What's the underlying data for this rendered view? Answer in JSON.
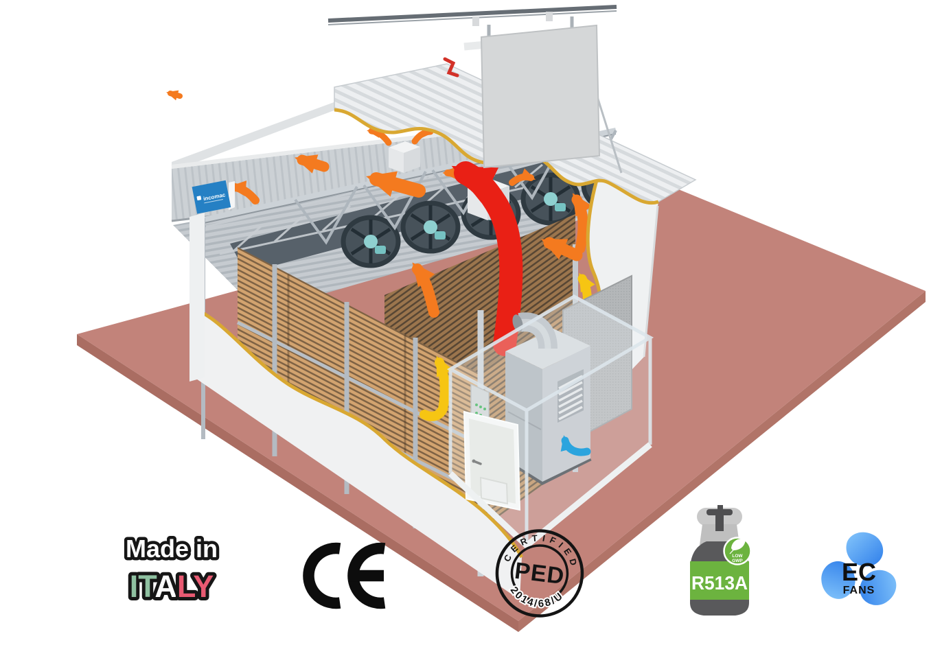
{
  "page": {
    "background": "#ffffff"
  },
  "scene": {
    "sign": {
      "label": "incomac",
      "color": "#2580c4"
    },
    "materials": {
      "floor_top": "#c2837a",
      "floor_side": "#aa6d62",
      "wall_white": "#f0f1f2",
      "insulation_gold": "#d9a832",
      "lumber_light": "#d2a36f",
      "lumber_dark": "#7e6244",
      "steel": "#ccd2d7",
      "roof_white": "#edeff1",
      "fan_motor_teal": "#8fd0d0"
    },
    "airflow": {
      "hot_air_orange": "#f47a1f",
      "main_circulation_red": "#e92015",
      "moist_air_yellow": "#f6c513",
      "fresh_intake_blue": "#2aa4de"
    }
  },
  "badges": {
    "made_in_italy": {
      "line1": "Made in",
      "it": "IT",
      "a": "A",
      "ly": "LY",
      "green": "#8fc1a1",
      "white": "#ffffff",
      "red": "#e85a72"
    },
    "ce": {
      "label": "CE"
    },
    "ped": {
      "top": "CERTIFIED",
      "center": "PED",
      "bottom": "2014/68/U"
    },
    "refrigerant": {
      "label": "R513A",
      "eco_line1": "LOW",
      "eco_line2": "GWP",
      "green": "#6cb33f",
      "bottle_gray": "#59595b"
    },
    "ec_fans": {
      "line1": "EC",
      "line2": "FANS",
      "blue_light": "#85c6fb",
      "blue_dark": "#2e7eea"
    }
  }
}
